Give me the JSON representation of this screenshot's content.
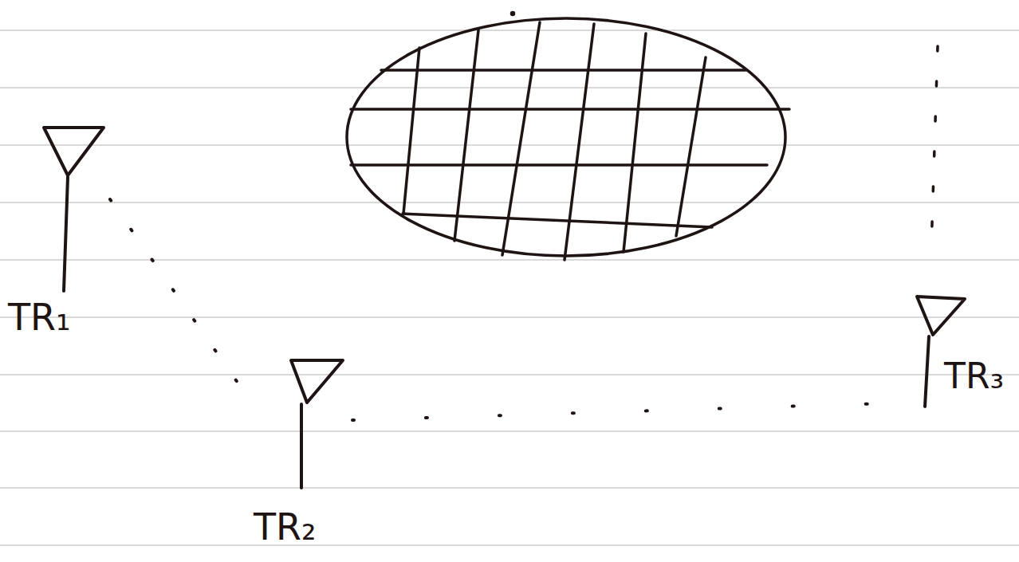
{
  "diagram": {
    "nodes": [
      {
        "text": [
          "TR₁"
        ]
      },
      {
        "text": [
          "TR₂"
        ]
      },
      {
        "text": [
          "TR₃"
        ]
      }
    ],
    "edges": [
      {
        "from": 0,
        "to": 1,
        "arrow": "none"
      },
      {
        "from": 1,
        "to": 2,
        "arrow": "none"
      }
    ]
  }
}
